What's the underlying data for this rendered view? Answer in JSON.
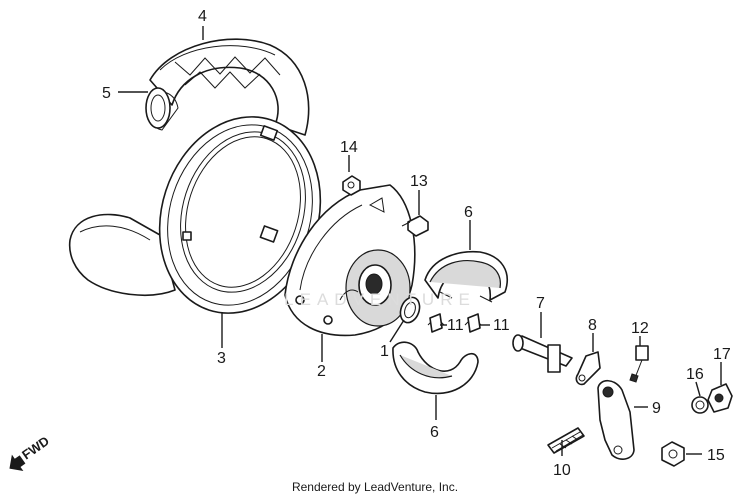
{
  "callouts": [
    {
      "id": "label-4",
      "text": "4"
    },
    {
      "id": "label-5",
      "text": "5"
    },
    {
      "id": "label-14",
      "text": "14"
    },
    {
      "id": "label-13",
      "text": "13"
    },
    {
      "id": "label-6-top",
      "text": "6"
    },
    {
      "id": "label-7",
      "text": "7"
    },
    {
      "id": "label-8",
      "text": "8"
    },
    {
      "id": "label-12",
      "text": "12"
    },
    {
      "id": "label-17",
      "text": "17"
    },
    {
      "id": "label-16",
      "text": "16"
    },
    {
      "id": "label-11-a",
      "text": "11"
    },
    {
      "id": "label-11-b",
      "text": "11"
    },
    {
      "id": "label-1",
      "text": "1"
    },
    {
      "id": "label-2",
      "text": "2"
    },
    {
      "id": "label-3",
      "text": "3"
    },
    {
      "id": "label-9",
      "text": "9"
    },
    {
      "id": "label-6-bottom",
      "text": "6"
    },
    {
      "id": "label-10",
      "text": "10"
    },
    {
      "id": "label-15",
      "text": "15"
    }
  ],
  "direction_label": "FWD",
  "watermark": "LEADVENTURE",
  "credit": "Rendered by LeadVenture, Inc."
}
